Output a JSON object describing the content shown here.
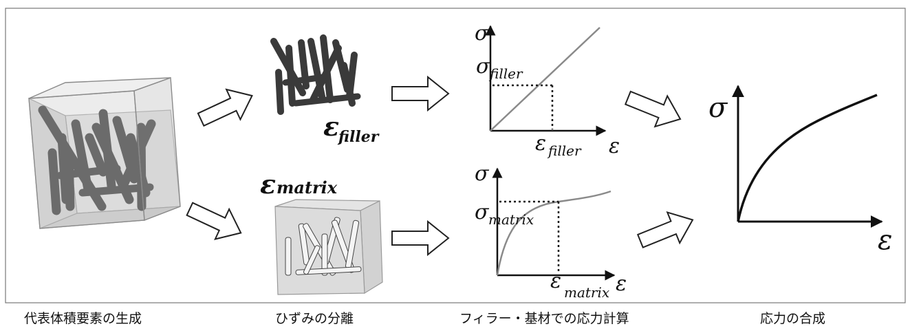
{
  "labels": {
    "eps_filler_main": "ε",
    "eps_filler_sub": "filler",
    "eps_matrix_main": "ε",
    "eps_matrix_sub": "matrix",
    "sigma": "σ",
    "epsilon": "ε",
    "sigma_filler_sub": "filler",
    "sigma_matrix_sub": "matrix"
  },
  "captions": {
    "step1": "代表体積要素の生成",
    "step2": "ひずみの分離",
    "step3": "フィラー・基材での応力計算",
    "step4": "応力の合成"
  },
  "colors": {
    "rod_dark": "#3a3a3a",
    "rod_light": "#f2f2f2",
    "cube_fill": "#dcdcdc",
    "curve_gray": "#8a8a8a",
    "curve_black": "#111111",
    "arrow_outline": "#222222"
  }
}
